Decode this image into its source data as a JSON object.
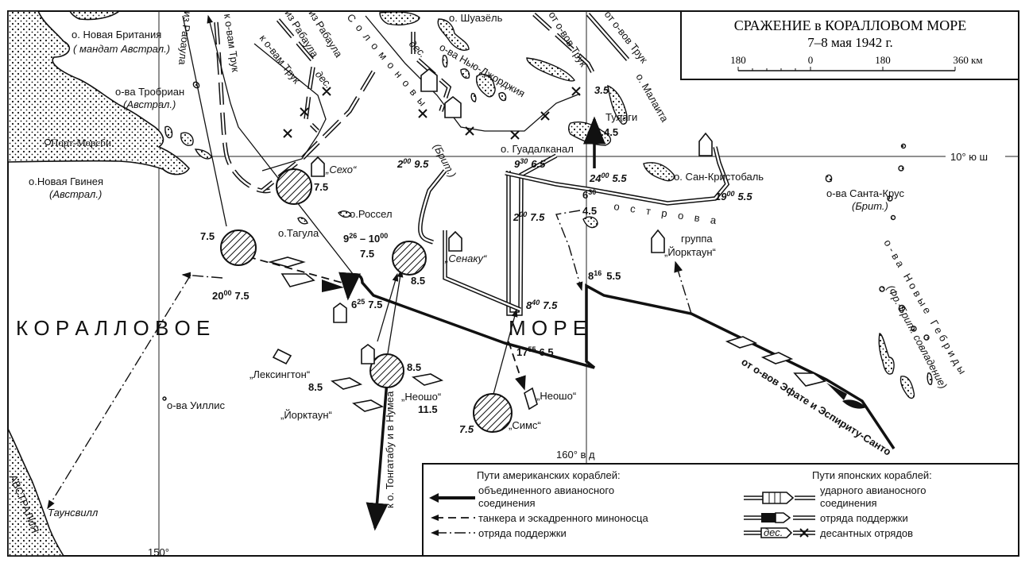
{
  "title": {
    "main": "СРАЖЕНИЕ в КОРАЛЛОВОМ МОРЕ",
    "dates": "7–8 мая 1942 г."
  },
  "scale": {
    "ticks": [
      "180",
      "0",
      "180",
      "360 км"
    ]
  },
  "grid": {
    "lat_10s": "10° ю ш",
    "lon_160e": "160° в д",
    "lon_150": "150°"
  },
  "places": {
    "new_britain": "о. Новая Британия",
    "new_britain_sub": "( мандат Австрал.)",
    "trobriand": "о-ва Тробриан",
    "trobriand_sub": "(Австрал.)",
    "port_moresby": "Порт-Морсби",
    "new_guinea": "о.Новая Гвинея",
    "new_guinea_sub": "(Австрал.)",
    "rossel": "о.Россел",
    "tagula": "о.Тагула",
    "willis": "о-ва Уиллис",
    "australia": "АВСТРАЛИЯ",
    "townsville": "Таунсвилл",
    "shuazel": "о. Шуазёль",
    "new_georgia": "о-ва Нью-Джорджия",
    "guadalcanal": "о. Гуадалканал",
    "tulagi": "Тулаги",
    "malaita": "о. Малаита",
    "san_cristobal": "о. Сан-Кристобаль",
    "santa_cruz": "о-ва Санта-Крус",
    "santa_cruz_sub": "(Брит.)",
    "new_hebrides": "о-ва Новые Гебриды",
    "new_hebrides_sub": "(Фр.-Брит. совладение)",
    "solomon_1": "С о л о м о н о в ы",
    "solomon_sub": "(Брит.)",
    "solomon_2": "о с т р о в а",
    "coral": "К О Р А Л Л О В О Е",
    "sea": "М О Р Е"
  },
  "routes": {
    "from_rabaul": "из Рабаула",
    "to_truk": "к о-вам Трук",
    "from_truk": "от о-вов Трук",
    "from_efate": "от о-вов Эфате и Эспириту-Санто",
    "to_tonga": "к о. Тонгатабу и в Нумеа",
    "des": "дес."
  },
  "ships": {
    "shoho": "„Сехо“",
    "senaku": "„Сенаку“",
    "lexington": "„Лексингтон“",
    "yorktown": "„Йорктаун“",
    "neosho": "„Неошо“",
    "sims": "„Симс“",
    "group": "группа",
    "group_yorktown": "„Йорктаун“"
  },
  "marks": {
    "v75": "7.5",
    "v85": "8.5",
    "v115": "11.5",
    "v35": "3.5",
    "v45": "4.5",
    "t2000_a": {
      "h": "20",
      "m": "00",
      "v": "7.5"
    },
    "t926": {
      "h": "9",
      "m": "26",
      "h2": "10",
      "m2": "00",
      "v": "7.5"
    },
    "t625": {
      "h": "6",
      "m": "25",
      "v": "7.5"
    },
    "t200_a": {
      "h": "2",
      "m": "00",
      "v": "9.5"
    },
    "t930": {
      "h": "9",
      "m": "30",
      "v": "6.5"
    },
    "t2400": {
      "h": "24",
      "m": "00",
      "v": "5.5"
    },
    "t630": {
      "h": "6",
      "m": "30",
      "v": "4.5"
    },
    "t200_b": {
      "h": "2",
      "m": "00",
      "v": "7.5"
    },
    "t1900": {
      "h": "19",
      "m": "00",
      "v": "5.5"
    },
    "t816": {
      "h": "8",
      "m": "16",
      "v": "5.5"
    },
    "t840": {
      "h": "8",
      "m": "40",
      "v": "7.5"
    },
    "t1755": {
      "h": "17",
      "m": "55",
      "v": "6.5"
    }
  },
  "legend": {
    "us_title": "Пути американских кораблей:",
    "us_carrier_1": "объединенного  авианосного",
    "us_carrier_2": "соединения",
    "us_tanker": "танкера и эскадренного  миноносца",
    "us_support": "отряда поддержки",
    "jp_title": "Пути японских кораблей:",
    "jp_carrier_1": "ударного авианосного",
    "jp_carrier_2": "соединения",
    "jp_support": "отряда  поддержки",
    "jp_landing": "десантных отрядов",
    "des": "дес."
  }
}
